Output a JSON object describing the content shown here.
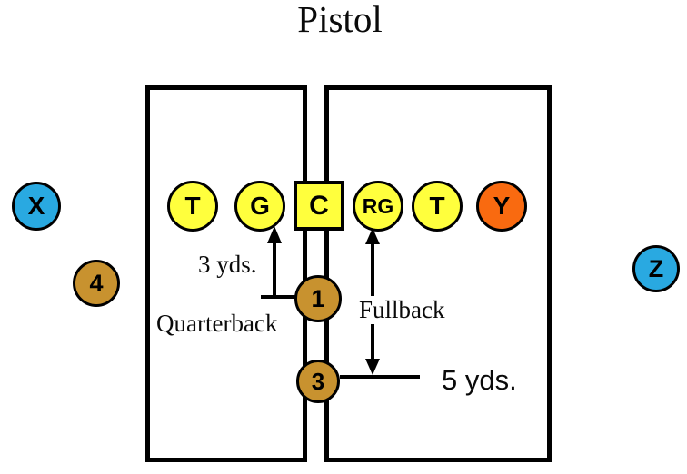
{
  "title": "Pistol",
  "players": [
    {
      "label": "X",
      "color_key": "receiver_blue"
    },
    {
      "label": "T",
      "color_key": "line_yellow"
    },
    {
      "label": "G",
      "color_key": "line_yellow"
    },
    {
      "label": "C",
      "color_key": "line_yellow"
    },
    {
      "label": "RG",
      "color_key": "line_yellow"
    },
    {
      "label": "T",
      "color_key": "line_yellow"
    },
    {
      "label": "Y",
      "color_key": "tight_end_orange"
    },
    {
      "label": "Z",
      "color_key": "receiver_blue"
    },
    {
      "label": "4",
      "color_key": "back_tan"
    },
    {
      "label": "1",
      "color_key": "back_tan"
    },
    {
      "label": "3",
      "color_key": "back_tan"
    }
  ],
  "annotations": {
    "qb_depth_label": "3 yds.",
    "quarterback_label": "Quarterback",
    "fullback_label": "Fullback",
    "fullback_depth_label": "5 yds."
  },
  "colors": {
    "receiver_blue": "#29A9E1",
    "line_yellow": "#FFFF3D",
    "tight_end_orange": "#F96A10",
    "back_tan": "#C8922F",
    "outline": "#000000"
  }
}
